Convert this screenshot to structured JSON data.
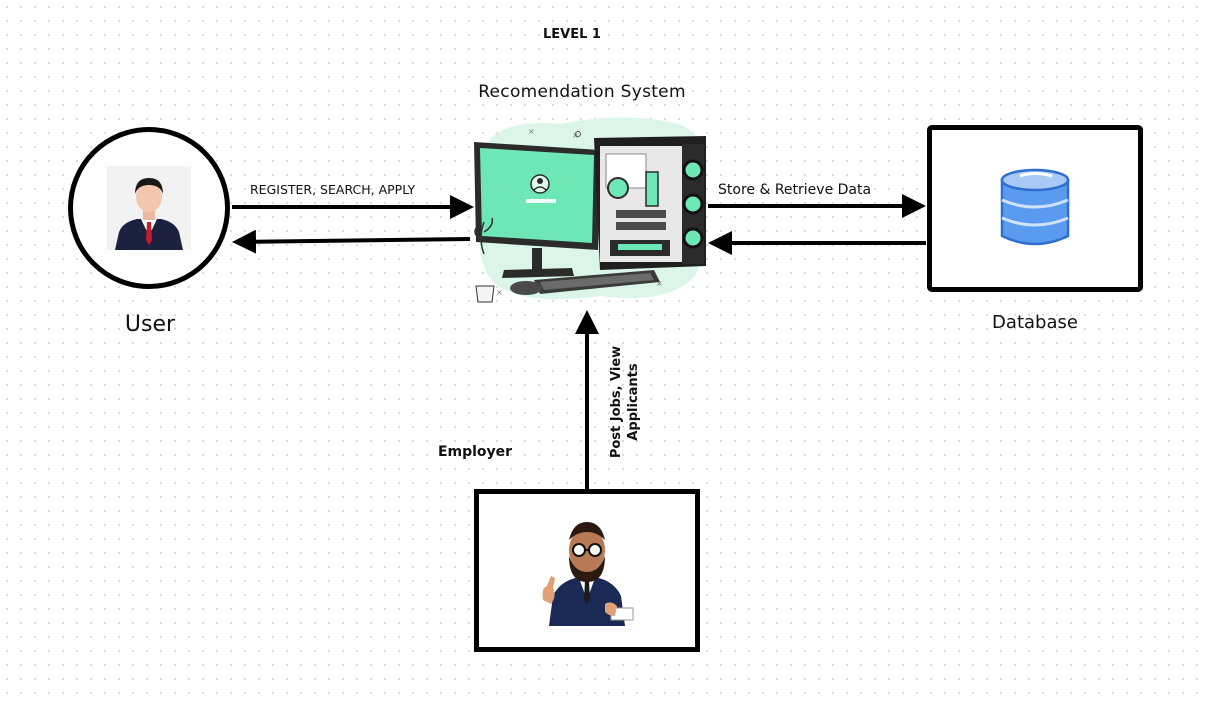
{
  "diagram": {
    "level_label": "LEVEL 1",
    "system": {
      "title": "Recomendation System",
      "icon": "computer-illustration"
    },
    "user": {
      "label": "User",
      "icon": "user-avatar-icon"
    },
    "database": {
      "label": "Database",
      "icon": "database-icon"
    },
    "employer": {
      "label": "Employer",
      "icon": "employer-avatar-icon"
    },
    "edges": {
      "user_to_system": "REGISTER, SEARCH, APPLY",
      "system_to_database": "Store & Retrieve Data",
      "employer_to_system": "Post Jobs, View Applicants"
    },
    "colors": {
      "mint": "#6ee7b7",
      "mint_bg": "#d9f5e6",
      "db_blue": "#5b9bef",
      "db_blue_light": "#a9c9f7",
      "stroke": "#000000"
    }
  }
}
